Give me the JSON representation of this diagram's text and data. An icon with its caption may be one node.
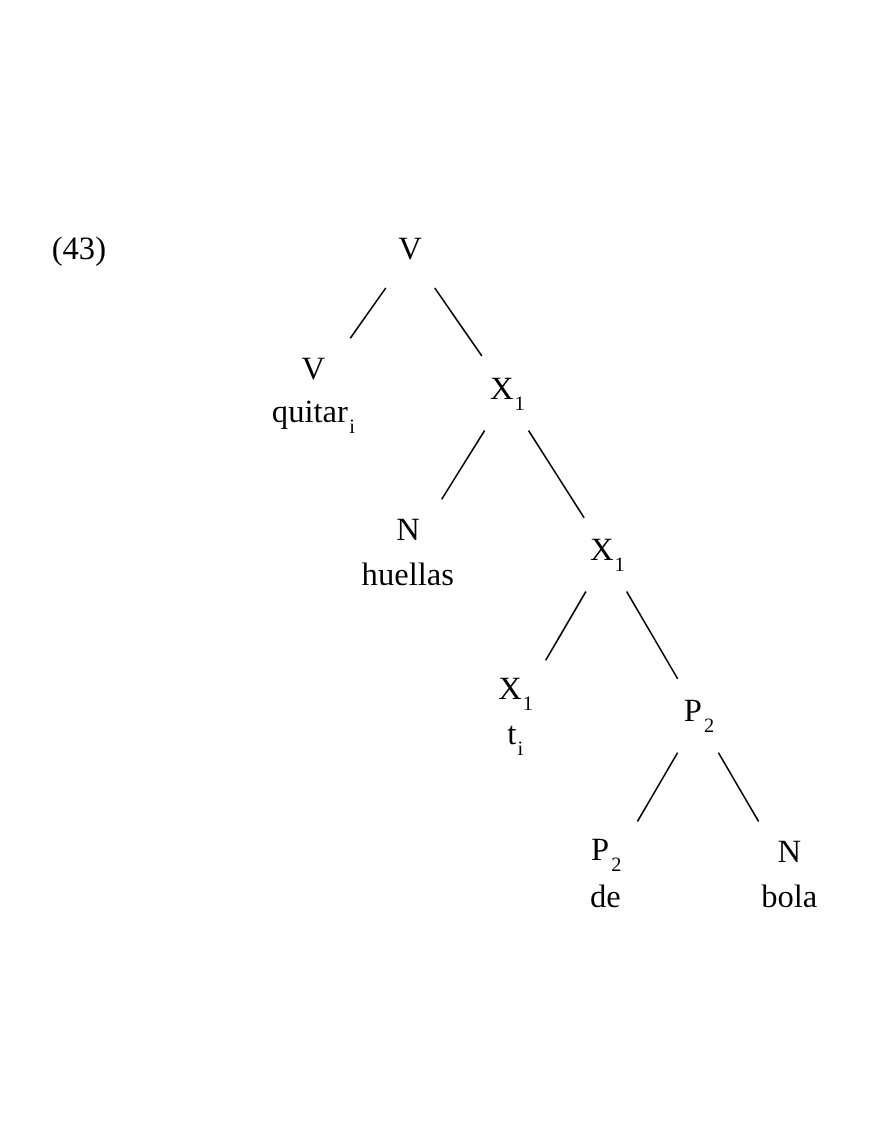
{
  "diagram": {
    "nodes": [
      {
        "text": [
          "V"
        ]
      },
      {
        "text": [
          "V",
          "quitar$_{i}$"
        ]
      },
      {
        "text": [
          "X$_{1}$"
        ]
      },
      {
        "text": [
          "N",
          "huellas"
        ]
      },
      {
        "text": [
          "X$_{1}$"
        ]
      },
      {
        "text": [
          "X$_{1}$",
          "t$_{i}$"
        ]
      },
      {
        "text": [
          "P$_{2}$"
        ]
      },
      {
        "text": [
          "P$_{2}$",
          "de"
        ]
      },
      {
        "text": [
          "N",
          "bola"
        ]
      }
    ],
    "edges": [
      {
        "from": 0,
        "to": 1,
        "arrow": "none"
      },
      {
        "from": 0,
        "to": 2,
        "arrow": "none"
      },
      {
        "from": 2,
        "to": 3,
        "arrow": "none"
      },
      {
        "from": 2,
        "to": 4,
        "arrow": "none"
      },
      {
        "from": 4,
        "to": 5,
        "arrow": "none"
      },
      {
        "from": 4,
        "to": 6,
        "arrow": "none"
      },
      {
        "from": 6,
        "to": 7,
        "arrow": "none"
      },
      {
        "from": 6,
        "to": 8,
        "arrow": "none"
      }
    ],
    "labels": [
      "(43)"
    ]
  }
}
